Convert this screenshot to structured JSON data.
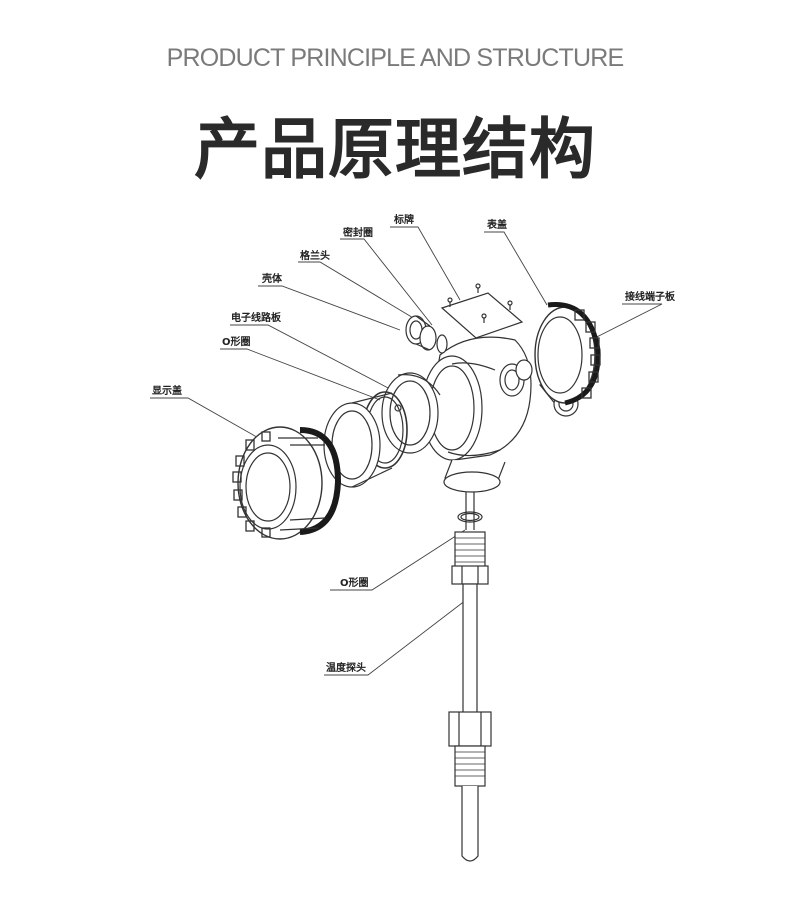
{
  "header": {
    "subtitle": "PRODUCT PRINCIPLE AND STRUCTURE",
    "title": "产品原理结构"
  },
  "labels": {
    "nameplate": "标牌",
    "cover": "表盖",
    "seal_ring": "密封圈",
    "gland_head": "格兰头",
    "terminal_board": "接线端子板",
    "housing": "壳体",
    "circuit_board": "电子线路板",
    "o_ring_top": "O形圈",
    "display_cover": "显示盖",
    "o_ring_bottom": "O形圈",
    "temp_probe": "温度探头"
  }
}
